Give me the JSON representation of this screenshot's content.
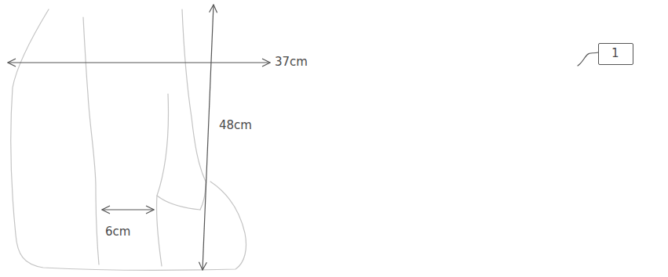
{
  "diagram": {
    "nodes": [
      {
        "text": [
          "1"
        ]
      }
    ],
    "labels": [
      "37cm",
      "48cm",
      "6cm"
    ]
  }
}
